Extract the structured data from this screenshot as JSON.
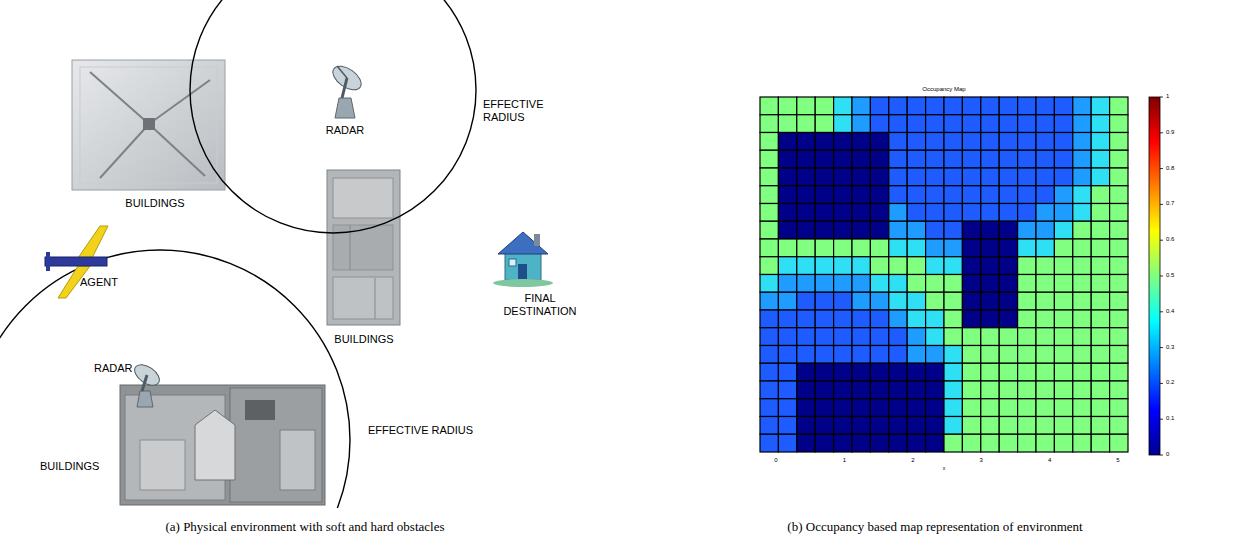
{
  "diagram": {
    "labels": [
      "BUILDINGS",
      "RADAR",
      "EFFECTIVE RADIUS",
      "AGENT",
      "BUILDINGS",
      "FINAL DESTINATION",
      "RADAR",
      "EFFECTIVE RADIUS",
      "BUILDINGS",
      "(a) Physical environment with soft and hard obstacles",
      "Occupancy Map",
      "0",
      "1",
      "2",
      "3",
      "4",
      "5",
      "x",
      "1",
      "0.9",
      "0.8",
      "0.7",
      "0.6",
      "0.5",
      "0.4",
      "0.3",
      "0.2",
      "0.1",
      "0",
      "(b) Occupancy based map representation of environment"
    ]
  }
}
